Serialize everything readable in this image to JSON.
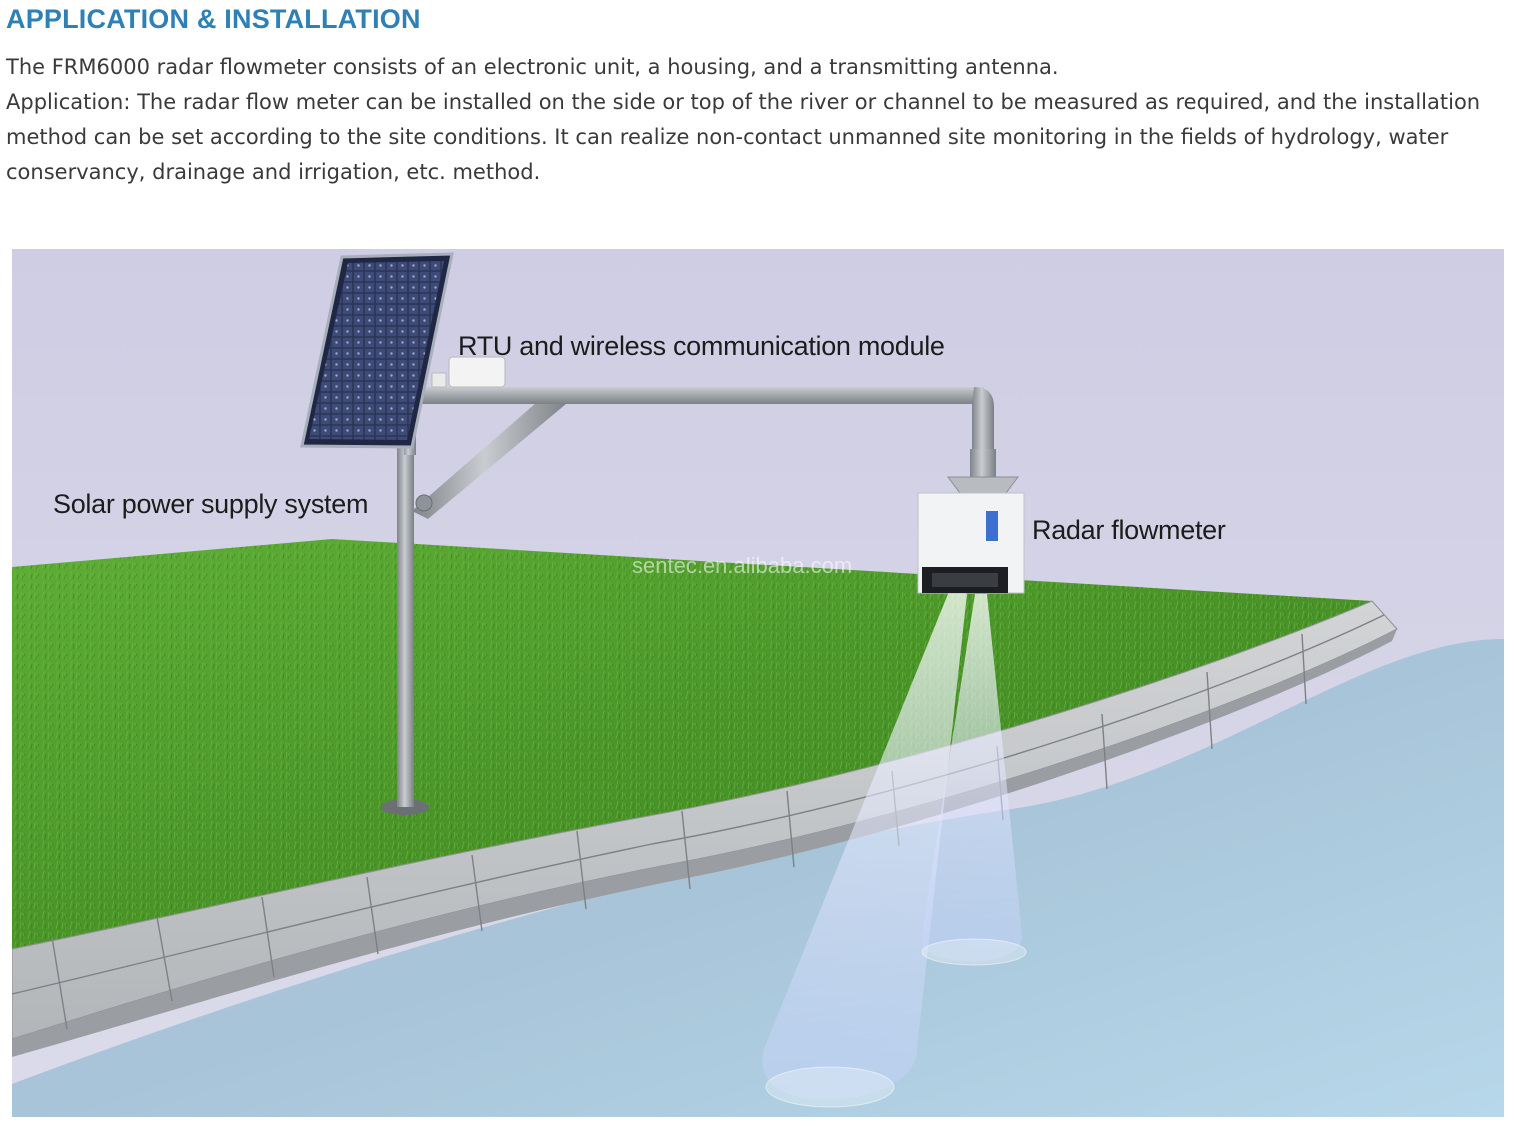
{
  "heading": "APPLICATION & INSTALLATION",
  "intro": {
    "line1": "The FRM6000 radar flowmeter consists of an electronic unit, a housing, and a transmitting antenna.",
    "line2": "Application: The radar flow meter can be installed on the side or top of the river or channel to be measured as required, and the installation method can be set according to the site conditions. It can realize non-contact unmanned site monitoring in the fields of hydrology, water conservancy, drainage and irrigation, etc. method."
  },
  "figure": {
    "labels": {
      "rtu": "RTU and wireless communication module",
      "solar": "Solar power supply system",
      "radar": "Radar flowmeter"
    },
    "watermark": "sentec.en.alibaba.com"
  },
  "colors": {
    "heading": "#2f80b5",
    "body_text": "#3a3a3a",
    "sky": "#d3d2e6",
    "grass": "#4f9a2c",
    "water": "#a9c3d6",
    "stone": "#c4c6c8"
  }
}
